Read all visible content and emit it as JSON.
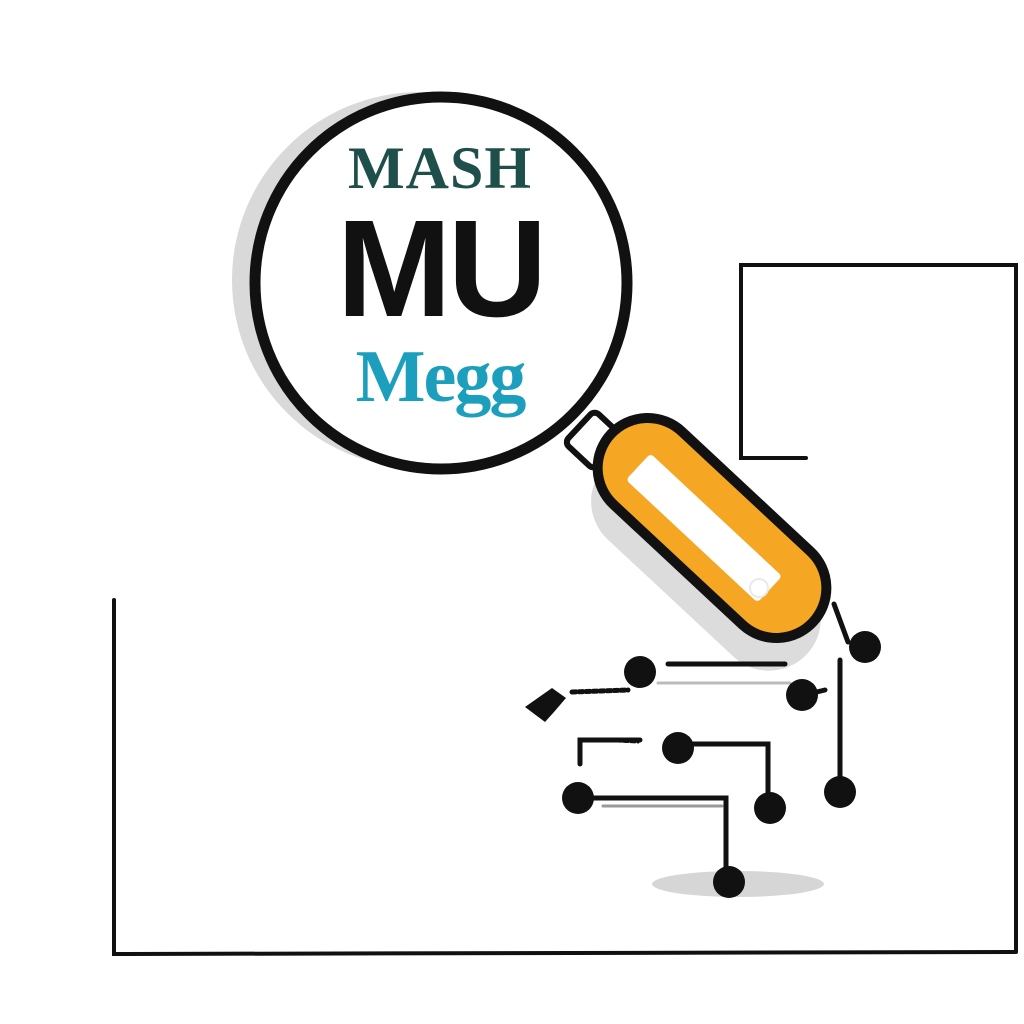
{
  "lens": {
    "line1": "MASH",
    "line2": "MU",
    "line3": "Megg"
  },
  "colors": {
    "line1": "#1f4f4b",
    "line2": "#111111",
    "line3": "#1b9fbd",
    "handle": "#f5a623",
    "handle_highlight": "#ffffff",
    "outline": "#111111",
    "shadow": "#d9d9d9"
  },
  "icons": [
    "magnifying-glass-icon",
    "circuit-icon",
    "pointer-cursor-icon"
  ]
}
